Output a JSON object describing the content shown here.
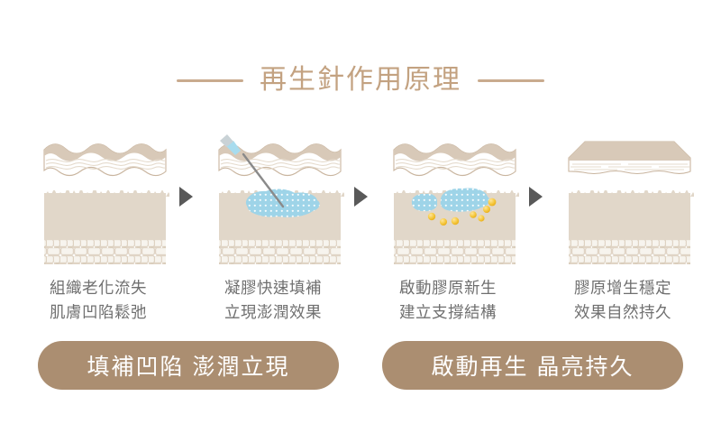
{
  "header": {
    "title": "再生針作用原理",
    "rule_color": "#c9ab8e",
    "title_color": "#c3a281"
  },
  "palette": {
    "epidermis": "#d8c9b8",
    "epidermis_line": "#c9b59f",
    "dermis": "#e1d7c9",
    "dermis_outline": "#cbb9a4",
    "subcutis_cell": "#f7f4ee",
    "subcutis_outline": "#d5c6b2",
    "gel_blue": "#9ed4e8",
    "gel_dot": "#ffffff",
    "collagen_yellow": "#f2c230",
    "needle_barrel": "#a8dcee",
    "needle_shaft": "#8a8a8a",
    "needle_plunger": "#c9d2d6",
    "arrow": "#595959",
    "pill_bg": "#ab8e71",
    "pill_text": "#ffffff",
    "caption_text": "#6f6f6f",
    "background": "#ffffff"
  },
  "steps": [
    {
      "id": "step-1",
      "figure_name": "skin-aged-depressed",
      "caption_lines": [
        "組織老化流失",
        "肌膚凹陷鬆弛"
      ],
      "arrow_after": true
    },
    {
      "id": "step-2",
      "figure_name": "skin-gel-injection",
      "caption_lines": [
        "凝膠快速填補",
        "立現澎潤效果"
      ],
      "arrow_after": true
    },
    {
      "id": "step-3",
      "figure_name": "skin-collagen-stimulation",
      "caption_lines": [
        "啟動膠原新生",
        "建立支撐結構"
      ],
      "arrow_after": true
    },
    {
      "id": "step-4",
      "figure_name": "skin-plumped-result",
      "caption_lines": [
        "膠原增生穩定",
        "效果自然持久"
      ],
      "arrow_after": false
    }
  ],
  "arrows": {
    "glyph": "right-triangle",
    "count": 3
  },
  "pills": [
    {
      "id": "pill-1",
      "label": "填補凹陷 澎潤立現"
    },
    {
      "id": "pill-2",
      "label": "啟動再生 晶亮持久"
    }
  ]
}
